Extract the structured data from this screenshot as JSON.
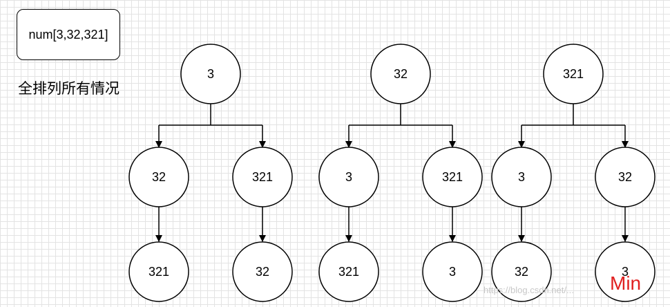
{
  "array_label": "num[3,32,321]",
  "caption": "全排列所有情况",
  "roots": [
    "3",
    "32",
    "321"
  ],
  "level2": [
    "32",
    "321",
    "3",
    "321",
    "3",
    "32"
  ],
  "level3": [
    "321",
    "32",
    "321",
    "3",
    "32",
    "3"
  ],
  "min_label": "Min",
  "watermark": "https://blog.csdn.net/..."
}
